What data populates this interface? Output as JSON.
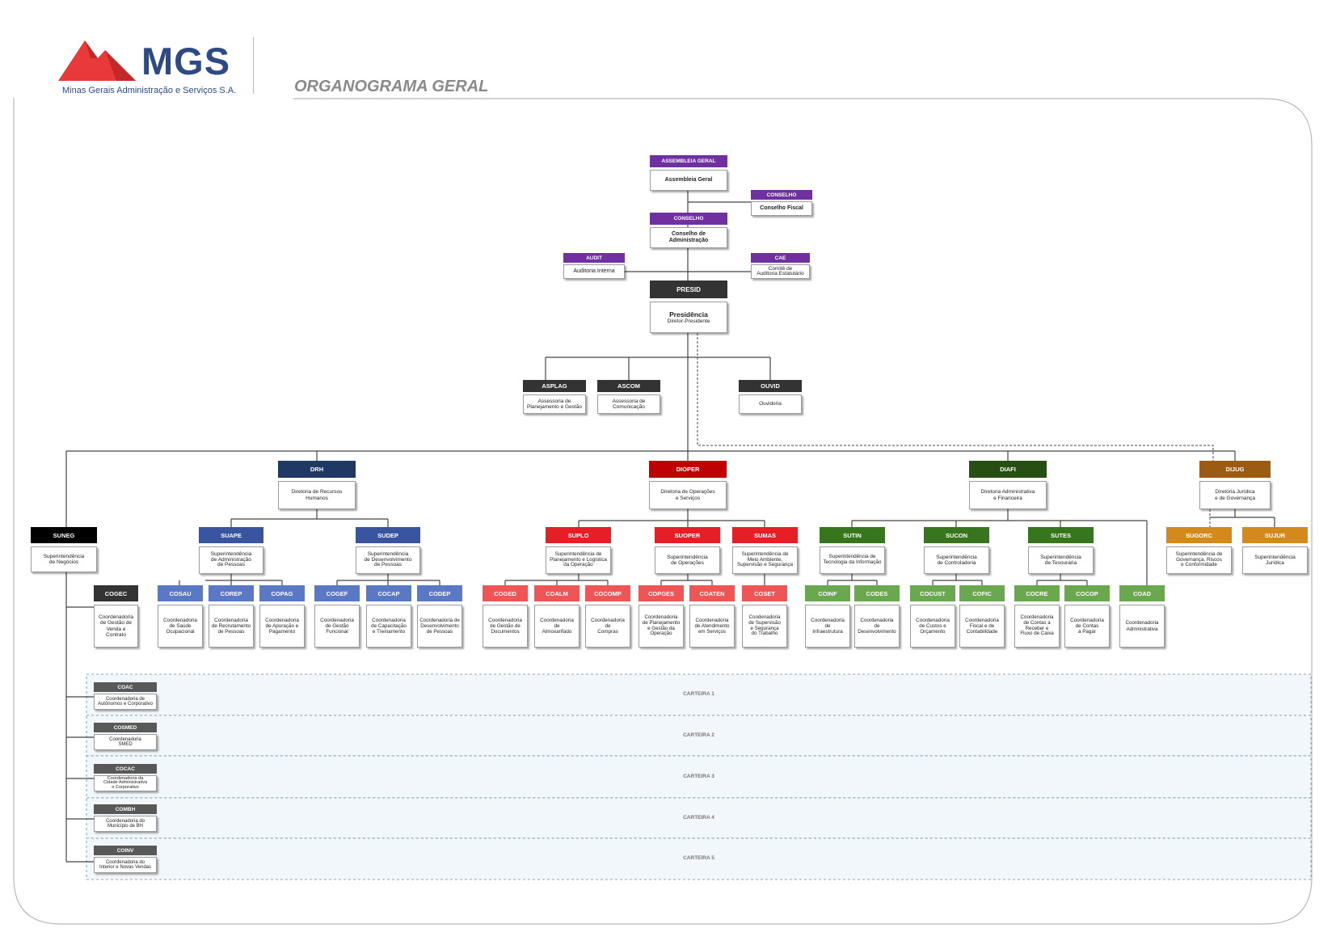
{
  "header": {
    "brand": "MGS",
    "company": "Minas Gerais Administração e Serviços S.A.",
    "title": "ORGANOGRAMA GERAL"
  },
  "colors": {
    "purple": "#7030a0",
    "dark": "#333333",
    "black": "#000000",
    "navy": "#1f3864",
    "blue": "#3a559f",
    "red": "#c00000",
    "light_red": "#ef5555",
    "dark_green": "#274e13",
    "green": "#38761d",
    "light_green": "#6aa84f",
    "brown": "#9c5b12",
    "orange": "#d48a1a",
    "gray": "#595959",
    "line": "#444444"
  },
  "nodes": {
    "assembleia": {
      "code": "ASSEMBLEIA GERAL",
      "name": "Assembleia Geral"
    },
    "conselho_fiscal": {
      "code": "CONSELHO",
      "name": "Conselho Fiscal"
    },
    "conselho_admin": {
      "code": "CONSELHO",
      "name": "Conselho de Administração"
    },
    "audit": {
      "code": "AUDIT",
      "name": "Auditoria Interna"
    },
    "cae": {
      "code": "CAE",
      "name": "Comitê de\nAuditoria Estatutário"
    },
    "presid": {
      "code": "PRESID",
      "name": "Presidência",
      "sub": "Diretor-Presidente"
    },
    "asplag": {
      "code": "ASPLAG",
      "name": "Assessoria de\nPlanejamento e Gestão"
    },
    "ascom": {
      "code": "ASCOM",
      "name": "Assessoria de\nComunicação"
    },
    "ouvid": {
      "code": "OUVID",
      "name": "Ouvidoria"
    },
    "drh": {
      "code": "DRH",
      "name": "Diretoria de Recursos\nHumanos"
    },
    "dioper": {
      "code": "DIOPER",
      "name": "Diretoria de Operações\ne Serviços"
    },
    "diafi": {
      "code": "DIAFI",
      "name": "Diretoria Administrativa\ne Financeira"
    },
    "dijug": {
      "code": "DIJUG",
      "name": "Diretoria Jurídica\ne de Governança"
    },
    "suneg": {
      "code": "SUNEG",
      "name": "Superintendência\nde Negócios"
    },
    "suape": {
      "code": "SUAPE",
      "name": "Superintendência\nde Administração\nde Pessoas"
    },
    "sudep": {
      "code": "SUDEP",
      "name": "Superintendência\nde Desenvolvimento\nde Pessoas"
    },
    "suplo": {
      "code": "SUPLO",
      "name": "Superintendência de\nPlanejamento e Logística\nda Operação"
    },
    "suoper": {
      "code": "SUOPER",
      "name": "Superintendência\nde Operações"
    },
    "sumas": {
      "code": "SUMAS",
      "name": "Superintendência de\nMeio Ambiente,\nSupervisão e Segurança"
    },
    "sutin": {
      "code": "SUTIN",
      "name": "Superintendência de\nTecnologia da Informação"
    },
    "sucon": {
      "code": "SUCON",
      "name": "Superintendência\nde Controladoria"
    },
    "sutes": {
      "code": "SUTES",
      "name": "Superintendência\nde Tesouraria"
    },
    "sugorc": {
      "code": "SUGORC",
      "name": "Superintendência de\nGovernança, Riscos\ne Conformidade"
    },
    "sujur": {
      "code": "SUJUR",
      "name": "Superintendência\nJurídica"
    },
    "cogec": {
      "code": "COGEC",
      "name": "Coordenadoria\nde Gestão de\nVenda e\nContrato"
    },
    "cosau": {
      "code": "COSAU",
      "name": "Coordenadoria\nde Saúde\nOcupacional"
    },
    "corep": {
      "code": "COREP",
      "name": "Coordenadoria\nde Recrutamento\nde Pessoas"
    },
    "copag": {
      "code": "COPAG",
      "name": "Coordenadoria\nde Apuração e\nPagamento"
    },
    "cogef": {
      "code": "COGEF",
      "name": "Coordenadoria\nde Gestão\nFuncional"
    },
    "cocap": {
      "code": "COCAP",
      "name": "Coordenadoria\nde Capacitação\ne Treinamento"
    },
    "codep": {
      "code": "CODEP",
      "name": "Coordenadoria de\nDesenvolvimento\nde Pessoas"
    },
    "coged": {
      "code": "COGED",
      "name": "Coordenadoria\nde Gestão de\nDocumentos"
    },
    "coalm": {
      "code": "COALM",
      "name": "Coordenadoria\nde\nAlmoxarifado"
    },
    "cocomp": {
      "code": "COCOMP",
      "name": "Coordenadoria\nde\nCompras"
    },
    "copges": {
      "code": "COPGES",
      "name": "Coordenadoria\nde Planejamento\ne Gestão da\nOperação"
    },
    "coaten": {
      "code": "COATEN",
      "name": "Coordenadoria\nde Atendimento\nem Serviços"
    },
    "coset": {
      "code": "COSET",
      "name": "Coodenadoria\nde Supervisão\ne Segurança\ndo Trabalho"
    },
    "coinf": {
      "code": "COINF",
      "name": "Coordenadoria\nde\nInfraestrutura"
    },
    "codes": {
      "code": "CODES",
      "name": "Coordenadoria\nde\nDesenvolvimento"
    },
    "cocust": {
      "code": "COCUST",
      "name": "Coordenadoria\nde Custos e\nOrçamento"
    },
    "cofic": {
      "code": "COFIC",
      "name": "Coordenadoria\nFiscal e de\nContabilidade"
    },
    "cocre": {
      "code": "COCRE",
      "name": "Coordenadoria\nde Contas a\nReceber e\nFluxo de Caixa"
    },
    "cocop": {
      "code": "COCOP",
      "name": "Coordenadoria\nde Contas\na Pagar"
    },
    "coad": {
      "code": "COAD",
      "name": "Coordenadoria\nAdministrativa"
    },
    "coac": {
      "code": "COAC",
      "name": "Coordenadoria de\nAutônomos e Corporativo"
    },
    "cosmed": {
      "code": "COSMED",
      "name": "Coordenadoria\nSMED"
    },
    "cocac": {
      "code": "COCAC",
      "name": "Coordenadoria da\nCidade Administrativa\ne Corporativo"
    },
    "combh": {
      "code": "COMBH",
      "name": "Coordenadoria do\nMunicípio de BH"
    },
    "coinv": {
      "code": "COINV",
      "name": "Coordenadoria do\nInterior e Novas Vendas"
    }
  },
  "carteiras": [
    "CARTEIRA 1",
    "CARTEIRA 2",
    "CARTEIRA 3",
    "CARTEIRA 4",
    "CARTEIRA 5"
  ]
}
